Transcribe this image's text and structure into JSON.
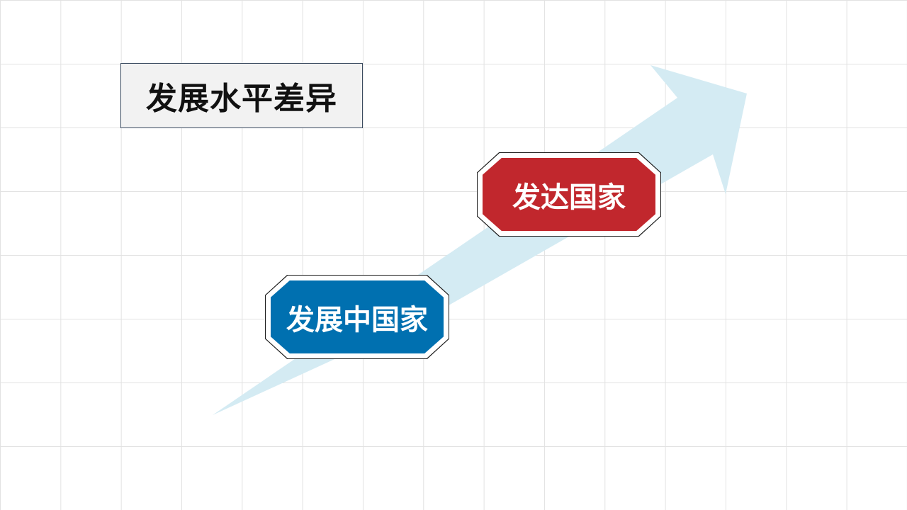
{
  "slide": {
    "title": "发展水平差异"
  },
  "nodes": [
    {
      "label": "发达国家",
      "color": "#c1272d"
    },
    {
      "label": "发展中国家",
      "color": "#0070b0"
    }
  ],
  "arrow": {
    "color": "#d4ebf3"
  }
}
